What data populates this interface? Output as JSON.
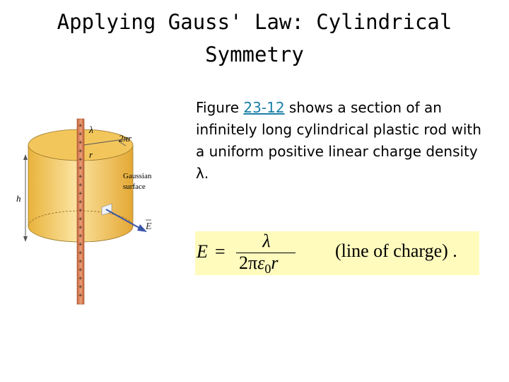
{
  "title": {
    "line1": "Applying Gauss' Law: Cylindrical",
    "line2": "Symmetry"
  },
  "figure": {
    "lambda_label": "λ",
    "circumference_label": "2πr",
    "radius_label": "r",
    "height_label": "h",
    "surface_label_line1": "Gaussian",
    "surface_label_line2": "surface",
    "field_label": "E",
    "charge_sign": "+",
    "rod_color": "#d9825a",
    "cylinder_color": "#f4d06f"
  },
  "body": {
    "before_link": "Figure ",
    "link": "23-12",
    "after_link": " shows a section of an infinitely long cylindrical plastic rod with a uniform positive linear charge density λ."
  },
  "equation": {
    "lhs": "E",
    "equals": "=",
    "numerator": "λ",
    "denominator_coeff": "2π",
    "denominator_eps": "ε",
    "denominator_sub": "0",
    "denominator_r": "r",
    "note": "(line of charge) .",
    "background": "#fffbbd"
  }
}
